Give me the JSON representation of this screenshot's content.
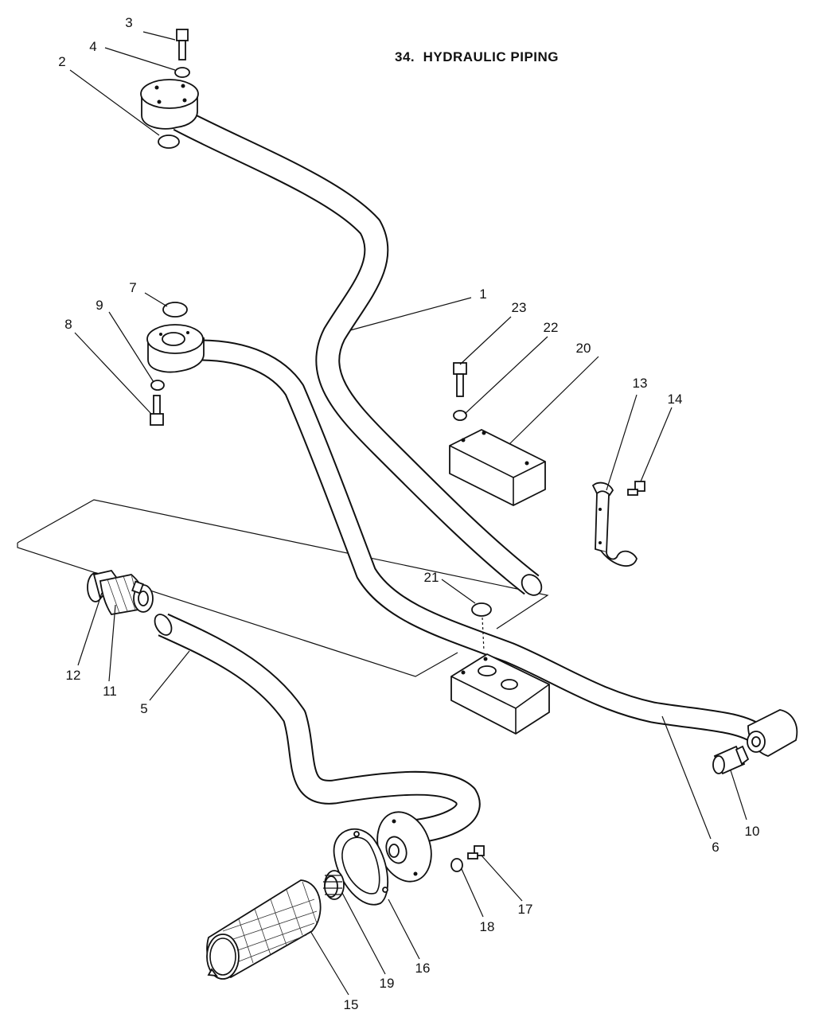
{
  "title": "34.  HYDRAULIC PIPING",
  "labels": {
    "p1": "1",
    "p2": "2",
    "p3": "3",
    "p4": "4",
    "p5": "5",
    "p6": "6",
    "p7": "7",
    "p8": "8",
    "p9": "9",
    "p10": "10",
    "p11": "11",
    "p12": "12",
    "p13": "13",
    "p14": "14",
    "p15": "15",
    "p16": "16",
    "p17": "17",
    "p18": "18",
    "p19": "19",
    "p20": "20",
    "p21": "21",
    "p22": "22",
    "p23": "23"
  }
}
